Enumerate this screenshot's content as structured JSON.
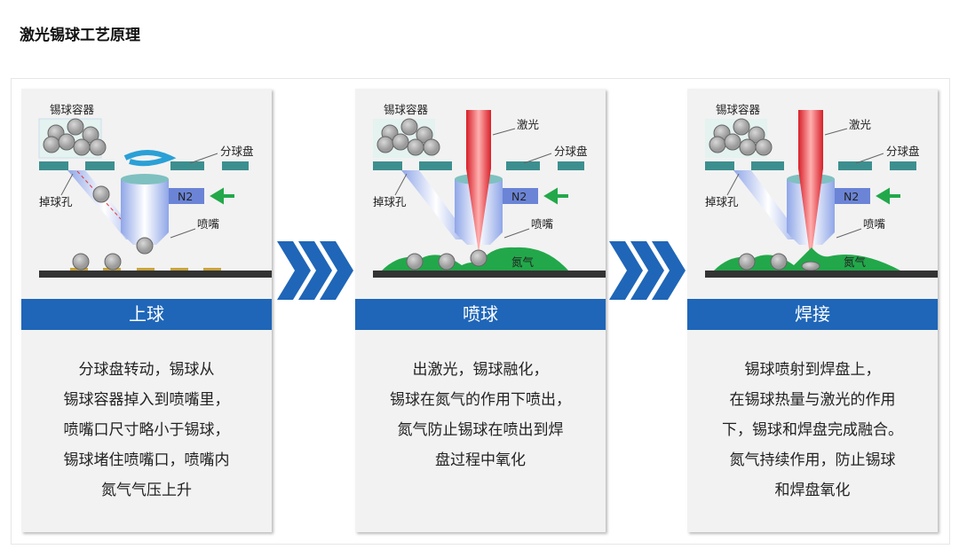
{
  "title": "激光锡球工艺原理",
  "labels": {
    "container": "锡球容器",
    "disk": "分球盘",
    "hole": "掉球孔",
    "nozzle": "喷嘴",
    "n2": "N2",
    "laser": "激光",
    "nitrogen": "氮气"
  },
  "steps": [
    {
      "name": "上球",
      "desc": "分球盘转动，锡球从\n锡球容器掉入到喷嘴里，\n喷嘴口尺寸略小于锡球，\n锡球堵住喷嘴口，喷嘴内\n氮气气压上升"
    },
    {
      "name": "喷球",
      "desc": "出激光，锡球融化，\n锡球在氮气的作用下喷出，\n氮气防止锡球在喷出到焊\n盘过程中氧化"
    },
    {
      "name": "焊接",
      "desc": "锡球喷射到焊盘上，\n在锡球热量与激光的作用\n下，锡球和焊盘完成融合。\n氮气持续作用，防止锡球\n和焊盘氧化"
    }
  ],
  "colors": {
    "bar": "#1f66b8",
    "disk": "#3d8f8f",
    "gas": "#22a84a",
    "laser": "#e52530"
  }
}
